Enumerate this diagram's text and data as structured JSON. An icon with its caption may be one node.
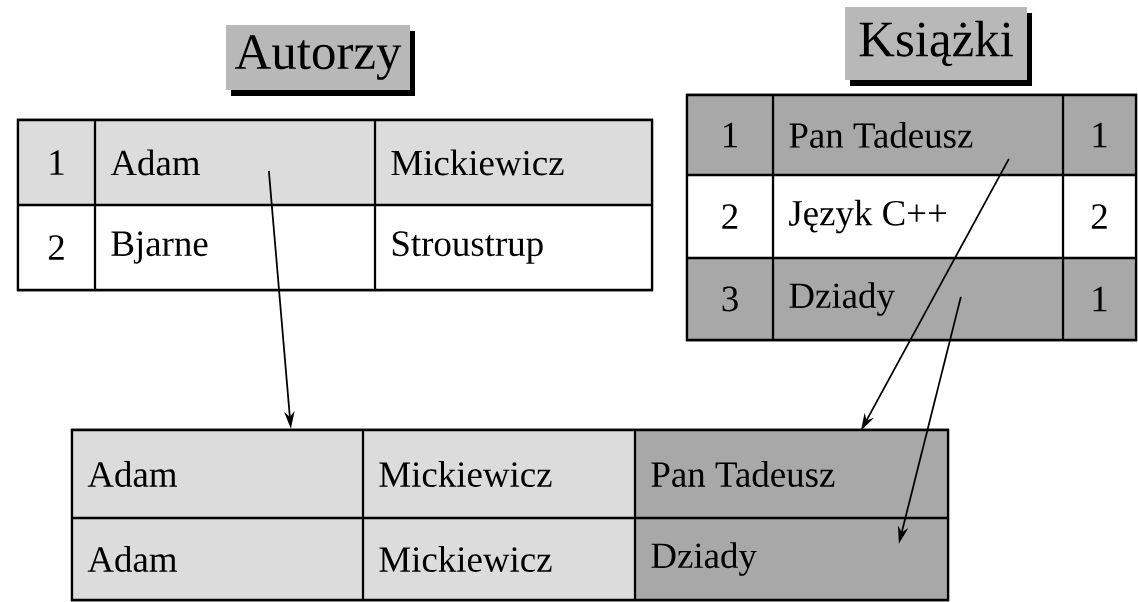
{
  "diagram": {
    "nodes": [
      {
        "text": [
          "Autorzy",
          "1",
          "Adam",
          "Mickiewicz",
          "2",
          "Bjarne",
          "Stroustrup"
        ]
      },
      {
        "text": [
          "Książki",
          "1",
          "Pan Tadeusz",
          "1",
          "2",
          "Język C++",
          "2",
          "3",
          "Dziady",
          "1"
        ]
      },
      {
        "text": [
          "Adam",
          "Mickiewicz",
          "Pan Tadeusz",
          "Adam",
          "Mickiewicz",
          "Dziady"
        ]
      }
    ],
    "edges": [
      {
        "from": 0,
        "to": 2,
        "arrow": "to"
      },
      {
        "from": 1,
        "to": 2,
        "arrow": "to"
      },
      {
        "from": 1,
        "to": 2,
        "arrow": "to"
      }
    ]
  }
}
